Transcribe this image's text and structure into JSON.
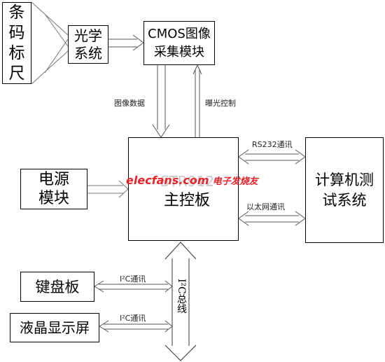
{
  "blocks": {
    "barcode_ruler": "条码标尺",
    "optical_system": "光学系统",
    "cmos_module": "CMOS图像采集模块",
    "power_module": "电源模块",
    "main_board": "主控板",
    "main_board_faded": "STR912",
    "pc_test": "计算机测试系统",
    "keyboard": "键盘板",
    "lcd": "液晶显示屏"
  },
  "labels": {
    "image_data": "图像数据",
    "exposure_control": "曝光控制",
    "rs232": "RS232通讯",
    "ethernet": "以太网通讯",
    "i2c_1": "I²C通讯",
    "i2c_2": "I²C通讯",
    "i2c_bus": "I²C总线"
  },
  "watermark": {
    "brand": "elecfans.com",
    "cn": "电子发烧友"
  },
  "colors": {
    "line": "#000000",
    "arrow": "#555555",
    "watermark_red": "#e8242a"
  }
}
